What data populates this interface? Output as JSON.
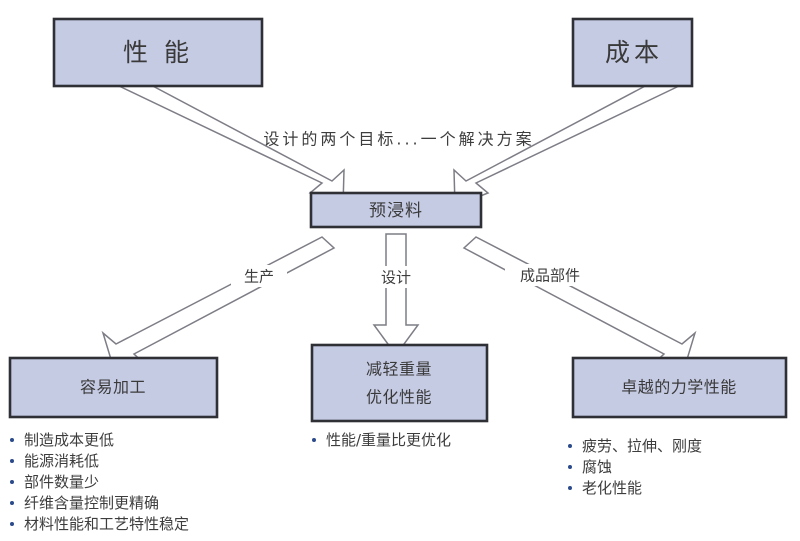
{
  "diagram": {
    "title_nodes": [
      {
        "id": "performance",
        "label": "性  能"
      },
      {
        "id": "cost",
        "label": "成本"
      }
    ],
    "tagline": "设计的两个目标...一个解决方案",
    "center_node": {
      "id": "prepreg",
      "label": "预浸料"
    },
    "edge_labels": [
      {
        "id": "manufacturing",
        "label": "生产"
      },
      {
        "id": "design",
        "label": "设计"
      },
      {
        "id": "finished-part",
        "label": "成品部件"
      }
    ],
    "outcome_nodes": [
      {
        "id": "easy-processing",
        "lines": [
          "容易加工"
        ]
      },
      {
        "id": "weight-performance",
        "lines": [
          "减轻重量",
          "优化性能"
        ]
      },
      {
        "id": "mechanical-performance",
        "lines": [
          "卓越的力学性能"
        ]
      }
    ],
    "bullet_groups": [
      {
        "id": "easy-processing-bullets",
        "items": [
          "制造成本更低",
          "能源消耗低",
          "部件数量少",
          "纤维含量控制更精确",
          "材料性能和工艺特性稳定"
        ]
      },
      {
        "id": "weight-performance-bullets",
        "items": [
          "性能/重量比更优化"
        ]
      },
      {
        "id": "mechanical-performance-bullets",
        "items": [
          "疲劳、拉伸、刚度",
          "腐蚀",
          "老化性能"
        ]
      }
    ],
    "colors": {
      "box_fill": "#c6cbe4",
      "box_border": "#2f2f36",
      "arrow_fill": "#ffffff",
      "arrow_stroke": "#7d7d86",
      "bullet_marker": "#2b4a8b",
      "text": "#3d3d3d",
      "background": "#ffffff"
    }
  }
}
